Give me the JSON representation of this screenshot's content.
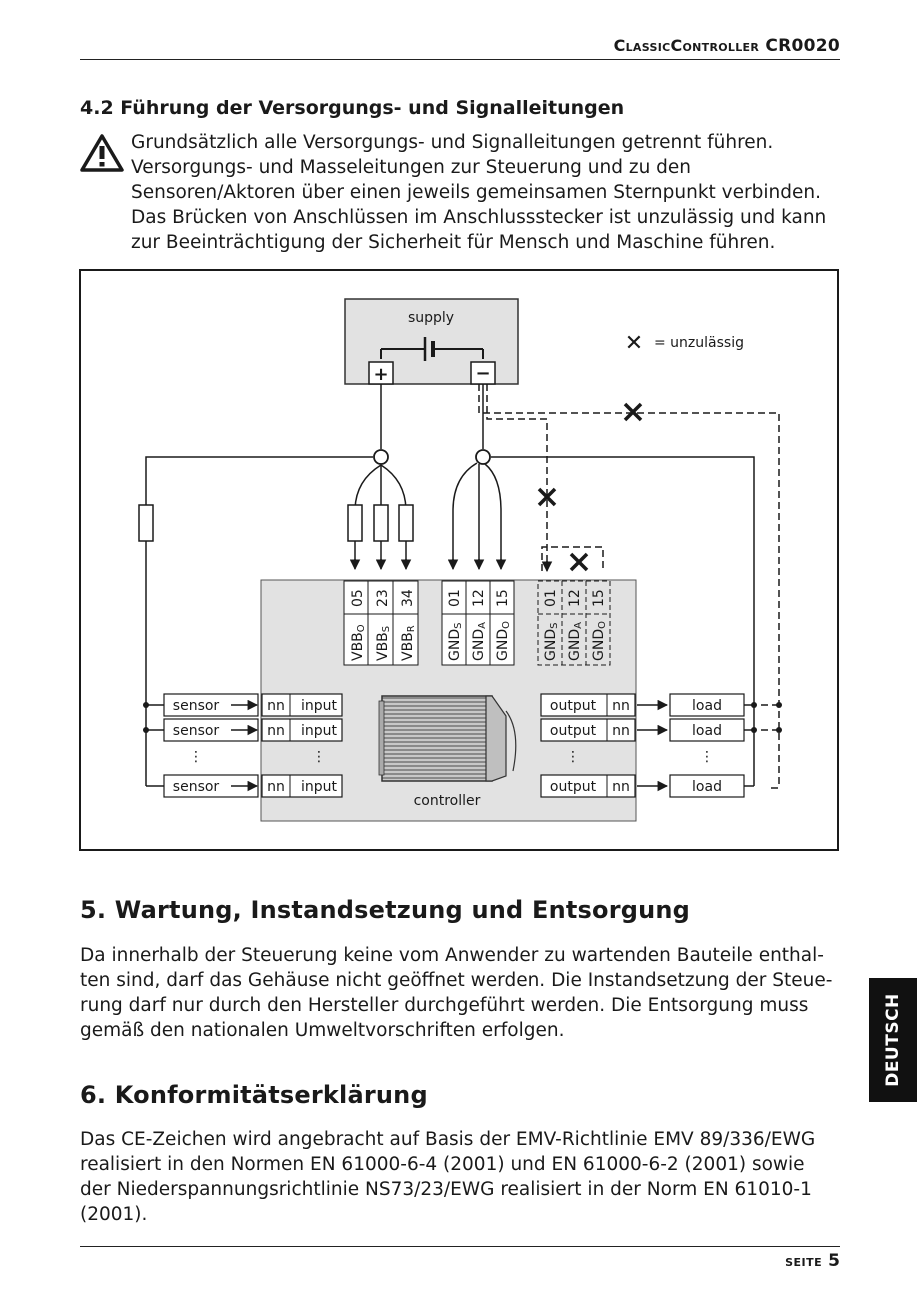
{
  "header": {
    "title_small": "ClassicController",
    "title_model": "CR0020"
  },
  "section_4_2": {
    "heading": "4.2  Führung der Versorgungs- und Signalleitungen",
    "warning_lines": [
      "Grundsätzlich alle Versorgungs- und Signalleitungen getrennt führen.",
      "Versorgungs- und Masseleitungen zur Steuerung und zu den",
      "Sensoren/Aktoren über einen jeweils gemeinsamen Sternpunkt verbinden.",
      "Das Brücken von Anschlüssen im Anschlussstecker ist unzulässig und kann",
      "zur Beeinträchtigung der Sicherheit für Mensch und Maschine führen."
    ],
    "warning_icon": "warning-triangle-icon"
  },
  "diagram": {
    "supply_label": "supply",
    "plus_symbol": "+",
    "minus_symbol": "−",
    "legend_symbol": "✕",
    "legend_text": "= unzulässig",
    "vbb_labels": [
      {
        "num": "05",
        "base": "VBB",
        "sub": "O"
      },
      {
        "num": "23",
        "base": "VBB",
        "sub": "S"
      },
      {
        "num": "34",
        "base": "VBB",
        "sub": "R"
      }
    ],
    "gnd_labels": [
      {
        "num": "01",
        "base": "GND",
        "sub": "S"
      },
      {
        "num": "12",
        "base": "GND",
        "sub": "A"
      },
      {
        "num": "15",
        "base": "GND",
        "sub": "O"
      }
    ],
    "gnd_dashed_labels": [
      {
        "num": "01",
        "base": "GND",
        "sub": "S"
      },
      {
        "num": "12",
        "base": "GND",
        "sub": "A"
      },
      {
        "num": "15",
        "base": "GND",
        "sub": "O"
      }
    ],
    "sensor_label": "sensor",
    "nn_label": "nn",
    "input_label": "input",
    "output_label": "output",
    "load_label": "load",
    "ellipsis": "⋮",
    "controller_label": "controller"
  },
  "section_5": {
    "heading": "5. Wartung, Instandsetzung und Entsorgung",
    "lines": [
      "Da innerhalb der Steuerung keine vom Anwender zu wartenden Bauteile enthal-",
      "ten sind, darf das Gehäuse nicht geöffnet werden. Die Instandsetzung der Steue-",
      "rung darf nur durch den Hersteller durchgeführt werden. Die Entsorgung muss",
      "gemäß den nationalen Umweltvorschriften erfolgen."
    ]
  },
  "section_6": {
    "heading": "6. Konformitätserklärung",
    "lines": [
      "Das CE-Zeichen wird angebracht auf Basis der EMV-Richtlinie EMV 89/336/EWG",
      "realisiert in den Normen EN 61000-6-4 (2001) und EN 61000-6-2 (2001) sowie",
      "der Niederspannungsrichtlinie NS73/23/EWG realisiert in der Norm EN 61010-1",
      "(2001)."
    ]
  },
  "side_tab": {
    "label": "DEUTSCH"
  },
  "footer": {
    "page_word": "SEITE",
    "page_number": "5"
  }
}
